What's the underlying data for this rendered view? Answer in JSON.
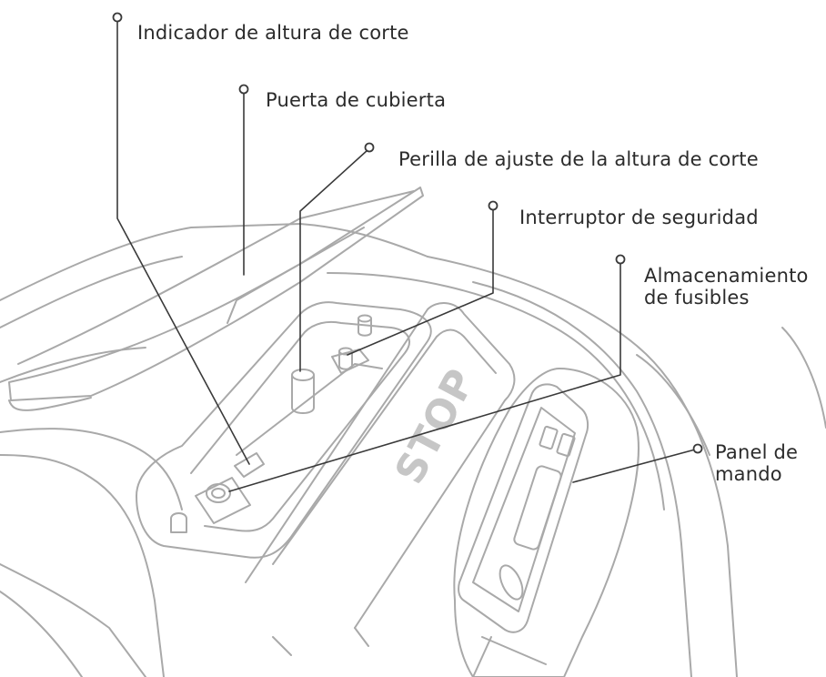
{
  "labels": {
    "cut_height_indicator": "Indicador de altura de corte",
    "deck_door": "Puerta de cubierta",
    "cut_height_knob": "Perilla de ajuste de la altura de corte",
    "safety_switch": "Interruptor de seguridad",
    "fuse_storage_line1": "Almacenamiento",
    "fuse_storage_line2": "de fusibles",
    "control_panel_line1": "Panel de",
    "control_panel_line2": "mando",
    "stop_marking": "STOP"
  },
  "colors": {
    "outline": "#a9a9a9",
    "leader_line": "#3a3a3a",
    "text": "#2b2b2b",
    "stop_text": "#c6c6c6"
  }
}
